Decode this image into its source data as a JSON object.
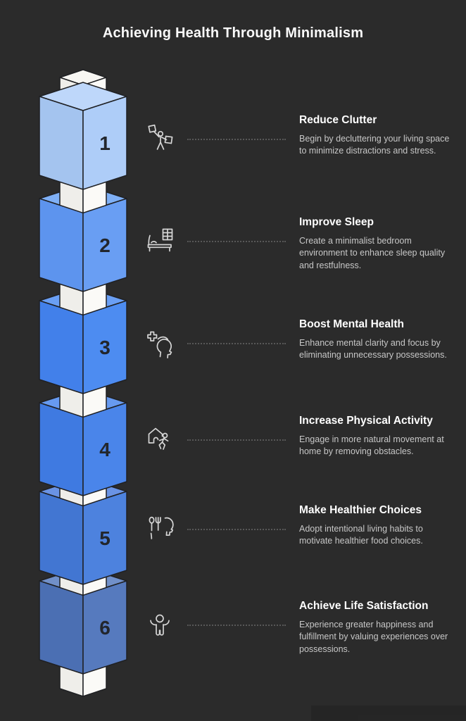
{
  "title": "Achieving Health Through Minimalism",
  "colors": {
    "background": "#2b2b2b",
    "title_text": "#fafafa",
    "heading_text": "#ffffff",
    "body_text": "#c7c7c7",
    "number_text": "#22262c",
    "icon_stroke": "#d6d6d6",
    "dotted_line": "#585858",
    "cube_outline": "#1f2023",
    "white_cube": {
      "left": "#efeeea",
      "right": "#fbfaf7",
      "top": "#f7f6f2"
    }
  },
  "steps": [
    {
      "number": "1",
      "title": "Reduce Clutter",
      "description": "Begin by decluttering your living space to minimize distractions and stress.",
      "icon": "declutter-person-icon",
      "cube_colors": {
        "left": "#a4c4ef",
        "right": "#aecdf8",
        "top": "#bed7fa"
      }
    },
    {
      "number": "2",
      "title": "Improve Sleep",
      "description": "Create a minimalist bedroom environment to enhance sleep quality and restfulness.",
      "icon": "minimalist-bed-icon",
      "cube_colors": {
        "left": "#5d94ee",
        "right": "#699ef3",
        "top": "#7fb0f6"
      }
    },
    {
      "number": "3",
      "title": "Boost Mental Health",
      "description": "Enhance mental clarity and focus by eliminating unnecessary possessions.",
      "icon": "mental-health-head-icon",
      "cube_colors": {
        "left": "#4280ea",
        "right": "#4d8cf1",
        "top": "#6a9ff4"
      }
    },
    {
      "number": "4",
      "title": "Increase Physical Activity",
      "description": "Engage in more natural movement at home by removing obstacles.",
      "icon": "home-activity-icon",
      "cube_colors": {
        "left": "#3f7ae1",
        "right": "#4a85ea",
        "top": "#679af0"
      }
    },
    {
      "number": "5",
      "title": "Make Healthier Choices",
      "description": "Adopt intentional living habits to motivate healthier food choices.",
      "icon": "healthy-eating-icon",
      "cube_colors": {
        "left": "#4276d2",
        "right": "#4d82de",
        "top": "#6a93e4"
      }
    },
    {
      "number": "6",
      "title": "Achieve Life Satisfaction",
      "description": "Experience greater happiness and fulfillment by valuing experiences over possessions.",
      "icon": "celebrating-person-icon",
      "cube_colors": {
        "left": "#4b6fb3",
        "right": "#567abe",
        "top": "#7190c9"
      }
    }
  ]
}
